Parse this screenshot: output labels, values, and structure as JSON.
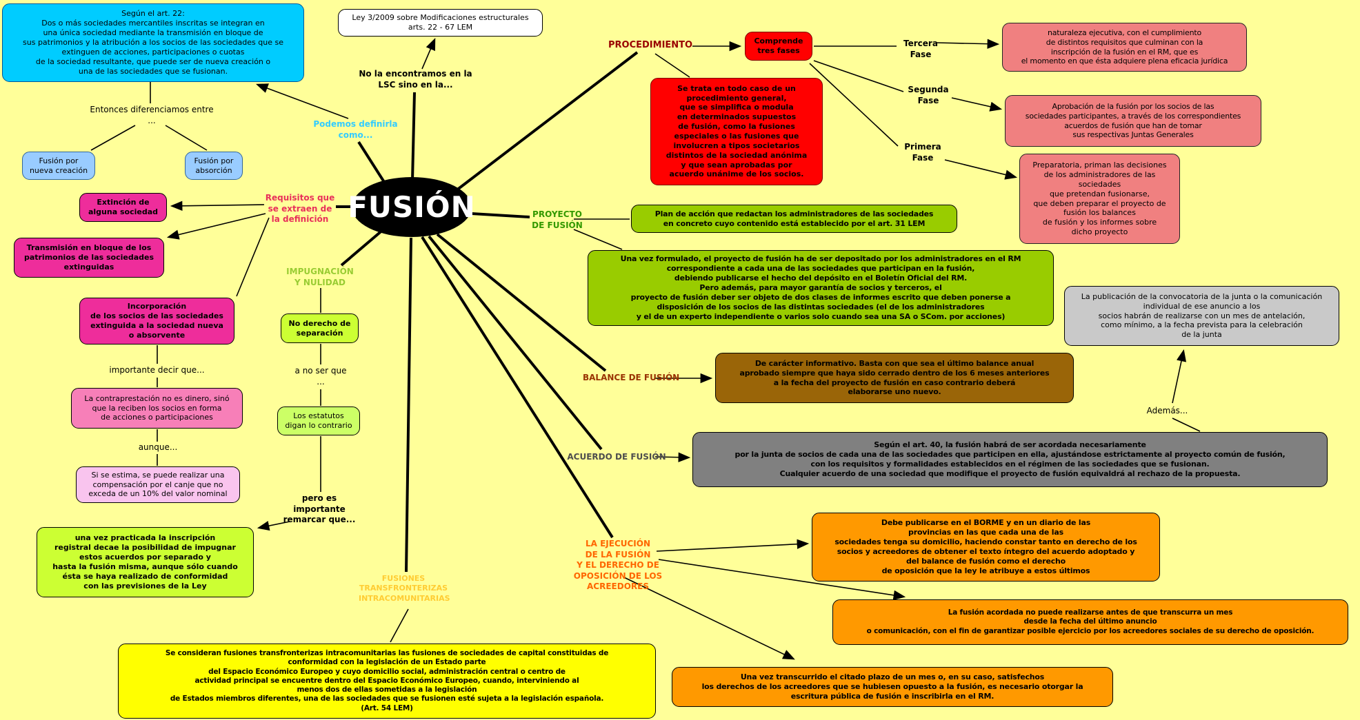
{
  "title": "FUSIÓN",
  "colors": {
    "background": "#FFFF99",
    "hub_bg": "#000000",
    "hub_text": "#FFFFFF",
    "cyan": "#00CCFF",
    "light_blue": "#99CCFF",
    "red": "#FF0000",
    "salmon": "#F08080",
    "magenta": "#EE2D9B",
    "pink": "#F77FB8",
    "light_pink": "#F9C4EE",
    "green_yellow": "#CCFF33",
    "light_green": "#CCFF66",
    "olive_green": "#99CC00",
    "gray": "#C9C9C9",
    "dark_gray": "#808080",
    "brown": "#9A6508",
    "orange": "#FF9900",
    "yellow": "#FFFF00",
    "label_procedimiento": "#990000",
    "label_requisitos": "#E8305A",
    "label_impugnacion": "#99CC33",
    "label_proyecto": "#339900",
    "label_balance": "#993300",
    "label_acuerdo": "#4D4D4D",
    "label_ejecucion": "#FF6600",
    "label_transfronterizas": "#FFCC33",
    "label_podemos": "#33CCFF"
  },
  "nodes": {
    "hub": {
      "text": "FUSIÓN"
    },
    "definition": {
      "text": "Según el art. 22:\nDos o más sociedades mercantiles inscritas se integran en\nuna única sociedad mediante la transmisión en bloque de\nsus patrimonios y la atribución a los socios de las sociedades que se\nextinguen de acciones, participaciones o cuotas\nde la sociedad resultante, que puede ser de nueva creación o\nuna de las sociedades que se fusionan."
    },
    "entonces": {
      "text": "Entonces diferenciamos entre\n..."
    },
    "fusion_nueva": {
      "text": "Fusión por\nnueva creación"
    },
    "fusion_absorcion": {
      "text": "Fusión por\nabsorción"
    },
    "ley": {
      "text": "Ley 3/2009 sobre Modificaciones estructurales\narts. 22 - 67 LEM"
    },
    "no_lsc": {
      "text": "No la encontramos en la\nLSC sino en la..."
    },
    "podemos": {
      "text": "Podemos definirla\ncomo..."
    },
    "procedimiento": {
      "text": "PROCEDIMIENTO"
    },
    "comprende": {
      "text": "Comprende\ntres fases"
    },
    "tercera_fase": {
      "text": "Tercera\nFase"
    },
    "segunda_fase": {
      "text": "Segunda\nFase"
    },
    "primera_fase": {
      "text": "Primera\nFase"
    },
    "se_trata": {
      "text": "Se trata en todo caso de un\nprocedimiento general,\nque se simplifica o modula\nen determinados supuestos\nde fusión, como la fusiones\nespeciales o las fusiones que\ninvolucren a tipos societarios\ndistintos de la sociedad anónima\ny que sean aprobadas por\nacuerdo unánime de los socios."
    },
    "fase3_desc": {
      "text": "naturaleza ejecutiva, con el cumplimiento\nde distintos requisitos que culminan con la\ninscripción de la fusión en el RM, que es\nel momento en que ésta adquiere plena eficacia jurídica"
    },
    "fase2_desc": {
      "text": "Aprobación de la fusión por los socios de las\nsociedades participantes, a través de los correspondientes\nacuerdos de fusión que han de tomar\nsus respectivas Juntas Generales"
    },
    "fase1_desc": {
      "text": "Preparatoria, priman las decisiones\nde los administradores de las\nsociedades\nque pretendan fusionarse,\nque deben preparar el proyecto de\nfusión los balances\nde fusión y los informes sobre\ndicho proyecto"
    },
    "requisitos": {
      "text": "Requisitos que\nse extraen de\nla definición"
    },
    "extincion": {
      "text": "Extinción de\nalguna sociedad"
    },
    "transmision": {
      "text": "Transmisión en bloque de los\npatrimonios de las sociedades\nextinguidas"
    },
    "incorporacion": {
      "text": "Incorporación\nde los socios de las sociedades\nextinguida a la sociedad nueva\no absorvente"
    },
    "importante": {
      "text": "importante decir que..."
    },
    "contraprestacion": {
      "text": "La contraprestación no es dinero, sinó\nque la reciben los socios en forma\nde acciones o participaciones"
    },
    "aunque": {
      "text": "aunque..."
    },
    "compensacion": {
      "text": "Si se estima, se puede realizar una\ncompensación por el canje que no\nexceda de un 10% del valor nominal"
    },
    "impugnacion": {
      "text": "IMPUGNACIÓN\nY NULIDAD"
    },
    "no_derecho": {
      "text": "No derecho de\nseparación"
    },
    "a_no_ser": {
      "text": "a no ser que\n..."
    },
    "estatutos": {
      "text": "Los estatutos\ndigan lo contrario"
    },
    "pero_es": {
      "text": "pero es\nimportante\nremarcar que..."
    },
    "inscripcion": {
      "text": "una vez practicada la inscripción\nregistral decae la posibilidad de impugnar\nestos acuerdos por separado y\nhasta la fusión misma, aunque sólo cuando\nésta se haya realizado de conformidad\ncon las previsiones de la Ley"
    },
    "proyecto": {
      "text": "PROYECTO\nDE FUSIÓN"
    },
    "plan": {
      "text": "Plan de acción que redactan los administradores de las sociedades\nen concreto cuyo contenido está establecido por el art. 31 LEM"
    },
    "deposito": {
      "text": "Una vez formulado, el proyecto de fusión ha de ser depositado por los administradores en el RM\ncorrespondiente a cada una de las sociedades que participan en la fusión,\ndebiendo publicarse el hecho del depósito en el Boletín Oficial del RM.\nPero además, para mayor garantía de socios y terceros, el\nproyecto de fusión deber ser objeto de dos clases de informes escrito que deben ponerse a\ndisposición de los socios de las distintas sociedades (el de los administradores\ny el de un experto independiente o varios solo cuando sea una SA o SCom. por acciones)"
    },
    "convocatoria": {
      "text": "La publicación de la convocatoria de la junta o la comunicación\nindividual de ese anuncio a los\nsocios habrán de realizarse con un mes de antelación,\ncomo mínimo, a la fecha prevista para la celebración\nde la junta"
    },
    "balance": {
      "text": "BALANCE DE FUSIÓN"
    },
    "balance_desc": {
      "text": "De carácter informativo. Basta con que sea el último balance anual\naprobado siempre que haya sido cerrado dentro de los 6 meses anteriores\na la fecha del proyecto de fusión en caso contrario deberá\nelaborarse uno nuevo."
    },
    "ademas": {
      "text": "Además..."
    },
    "acuerdo": {
      "text": "ACUERDO DE FUSIÓN"
    },
    "acuerdo_desc": {
      "text": "Según el art. 40, la fusión habrá de ser acordada necesariamente\npor la junta de socios de cada una de las sociedades que participen en ella, ajustándose estrictamente al proyecto común de fusión,\ncon los requisitos y formalidades establecidos en el régimen de las sociedades que se fusionan.\nCualquier acuerdo de una sociedad que modifique el proyecto de fusión equivaldrá al rechazo de la propuesta."
    },
    "ejecucion": {
      "text": "LA EJECUCIÓN\nDE LA FUSIÓN\nY EL DERECHO DE\nOPOSICIÓN DE LOS\nACREEDORES"
    },
    "borme": {
      "text": "Debe publicarse en el BORME y en un diario de las\nprovincias en las que cada una de las\nsociedades tenga su domicilio, haciendo constar tanto en derecho de los\nsocios y acreedores de obtener el texto íntegro del acuerdo adoptado y\ndel balance de fusión como el derecho\nde oposición que la ley le atribuye a estos últimos"
    },
    "plazo_mes": {
      "text": "La fusión acordada no puede realizarse antes de que transcurra un mes\ndesde la fecha del último anuncio\no comunicación, con el fin de garantizar posible ejercicio por los acreedores sociales de su derecho de oposición."
    },
    "escritura": {
      "text": "Una vez transcurrido el citado plazo de un mes o, en su caso, satisfechos\nlos derechos de los acreedores que se hubiesen opuesto a la fusión, es necesario otorgar la\nescritura pública de fusión e inscribirla en el RM."
    },
    "transfronterizas": {
      "text": "FUSIONES\nTRANSFRONTERIZAS\nINTRACOMUNITARIAS"
    },
    "transfronterizas_desc": {
      "text": "Se consideran fusiones transfronterizas intracomunitarias las fusiones de sociedades de capital constituidas de\nconformidad con la legislación de un Estado parte\ndel Espacio Económico Europeo y cuyo domicilio social, administración central o centro de\nactividad principal se encuentre dentro del Espacio Económico Europeo, cuando, interviniendo al\nmenos dos de ellas sometidas a la legislación\nde Estados miembros diferentes, una de las sociedades que se fusionen esté sujeta a la legislación española.\n(Art. 54 LEM)"
    }
  }
}
